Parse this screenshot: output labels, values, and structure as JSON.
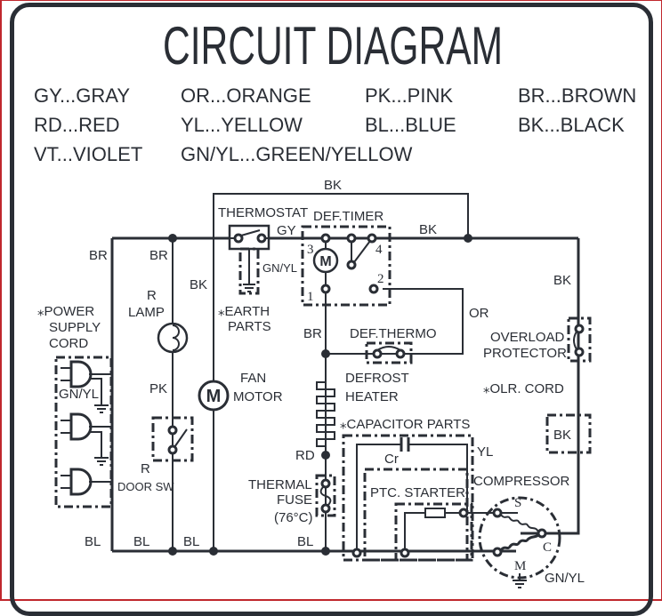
{
  "title": "CIRCUIT  DIAGRAM",
  "legend": [
    {
      "code": "GY",
      "name": "GRAY",
      "text": "GY...GRAY"
    },
    {
      "code": "OR",
      "name": "ORANGE",
      "text": "OR...ORANGE"
    },
    {
      "code": "PK",
      "name": "PINK",
      "text": "PK...PINK"
    },
    {
      "code": "BR",
      "name": "BROWN",
      "text": "BR...BROWN"
    },
    {
      "code": "RD",
      "name": "RED",
      "text": "RD...RED"
    },
    {
      "code": "YL",
      "name": "YELLOW",
      "text": "YL...YELLOW"
    },
    {
      "code": "BL",
      "name": "BLUE",
      "text": "BL...BLUE"
    },
    {
      "code": "BK",
      "name": "BLACK",
      "text": "BK...BLACK"
    },
    {
      "code": "VT",
      "name": "VIOLET",
      "text": "VT...VIOLET"
    },
    {
      "code": "GN/YL",
      "name": "GREEN/YELLOW",
      "text": "GN/YL...GREEN/YELLOW"
    }
  ],
  "components": {
    "power_supply_cord": [
      "⁎POWER",
      "SUPPLY",
      "CORD"
    ],
    "lamp": [
      "R",
      "LAMP"
    ],
    "door_switch": [
      "R",
      "DOOR SW"
    ],
    "fan_motor": [
      "FAN",
      "MOTOR"
    ],
    "thermostat": "THERMOSTAT",
    "earth_parts": [
      "⁎EARTH",
      "PARTS"
    ],
    "def_timer": "DEF.TIMER",
    "def_thermo": "DEF.THERMO",
    "defrost_heater": [
      "DEFROST",
      "HEATER"
    ],
    "capacitor_parts": "⁎CAPACITOR  PARTS",
    "capacitor": "Cr",
    "thermal_fuse": [
      "THERMAL",
      "FUSE",
      "(76°C)"
    ],
    "ptc_starter": "PTC. STARTER",
    "compressor": "COMPRESSOR",
    "overload_protector": [
      "OVERLOAD",
      "PROTECTOR"
    ],
    "olr_cord": "⁎OLR.  CORD",
    "motor_symbol": "M",
    "compressor_terminals": {
      "start": "S",
      "common": "C",
      "main": "M"
    },
    "timer_terminals": [
      "1",
      "2",
      "3",
      "4"
    ]
  },
  "wire_labels": {
    "bk_top": "BK",
    "br_left": "BR",
    "br_lamp": "BR",
    "bk_fan": "BK",
    "gy": "GY",
    "gn_yl_thermostat": "GN/YL",
    "bk_right_top": "BK",
    "bk_right": "BK",
    "or": "OR",
    "br_heater": "BR",
    "rd": "RD",
    "bl_fuse": "BL",
    "pk": "PK",
    "gn_yl_cord": "GN/YL",
    "bl_1": "BL",
    "bl_2": "BL",
    "bl_3": "BL",
    "yl": "YL",
    "bk_olr": "BK",
    "gn_yl_comp": "GN/YL"
  }
}
